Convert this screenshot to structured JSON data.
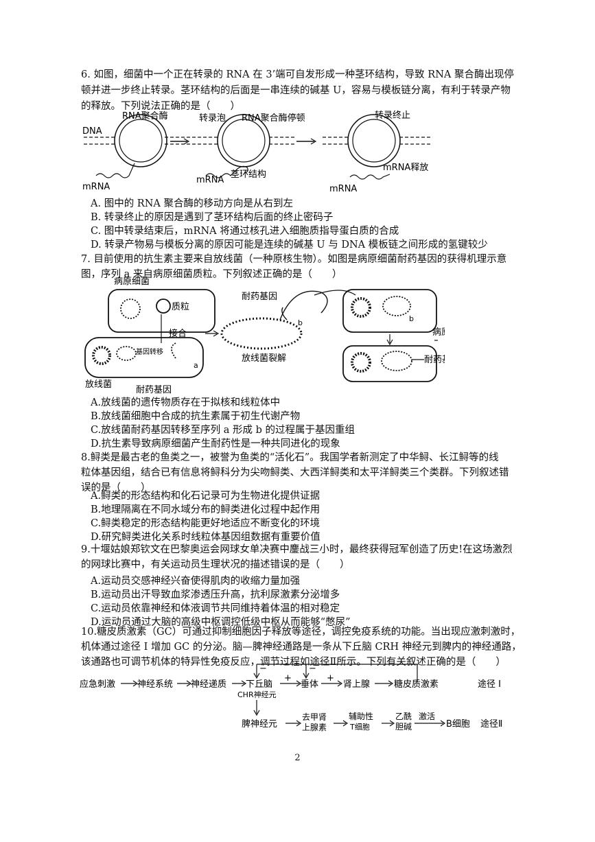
{
  "q6": {
    "stem": [
      "6. 如图，细菌中一个正在转录的 RNA 在 3’端可自发形成一种茎环结构，导致 RNA 聚合酶出现停",
      "顿并进一步终止转录。茎环结构的后面是一串连续的碱基 U，容易与模板链分离，有利于转录产物",
      "的释放。下列说法正确的是（　　）"
    ],
    "figure": {
      "rna_polymerase": "RNA聚合酶",
      "dna": "DNA",
      "mrna_1": "mRNA",
      "transcription_bubble": "转录泡",
      "polymerase_pause": "RNA聚合酶停顿",
      "stem_loop": "茎环结构",
      "mrna_2": "mRNA",
      "termination": "转录终止",
      "mrna_release": "mRNA释放",
      "mrna_3": "mRNA"
    },
    "options": [
      "A.  图中的 RNA 聚合酶的移动方向是从右到左",
      "B.  转录终止的原因是遇到了茎环结构后面的终止密码子",
      "C.  图中转录结束后，mRNA 将通过核孔进入细胞质指导蛋白质的合成",
      "D.  转录产物易与模板分离的原因可能是连续的碱基 U 与 DNA 模板链之间形成的氢键较少"
    ]
  },
  "q7": {
    "stem": [
      "7.  目前使用的抗生素主要来自放线菌（一种原核生物）。如图是病原细菌耐药基因的获得机理示意",
      "图，序列 a 来自病原细菌质粒。下列叙述正确的是（　　）"
    ],
    "figure": {
      "pathogen": "病原细菌",
      "plasmid": "质粒",
      "conjugation": "接合",
      "gene_transfer": "基因转移",
      "label_a": "a",
      "actinomycete": "放线菌",
      "resistance_gene_1": "耐药基因",
      "resistance_gene_2": "耐药基因",
      "label_b1": "b",
      "lysis": "放线菌裂解",
      "label_b2": "b",
      "pathogen_2": "病原细菌",
      "resistance_gene_3": "耐药基因"
    },
    "options": [
      "A.放线菌的遗传物质存在于拟核和线粒体中",
      "B.放线菌细胞中合成的抗生素属于初生代谢产物",
      "C.放线菌耐药基因转移至序列 a 形成 b 的过程属于基因重组",
      "D.抗生素导致病原细菌产生耐药性是一种共同进化的现象"
    ]
  },
  "q8": {
    "stem": [
      "8.鲟类是最古老的鱼类之一，被誉为鱼类的“活化石”。我国学者新测定了中华鲟、长江鲟等的线",
      "粒体基因组，结合已有信息将鲟科分为尖吻鲟类、大西洋鲟类和太平洋鲟类三个类群。下列叙述错",
      "误的是（　　）"
    ],
    "options": [
      "A.鲟类的形态结构和化石记录可为生物进化提供证据",
      "B.地理隔离在不同水域分布的鲟类进化过程中起作用",
      "C.鲟类稳定的形态结构能更好地适应不断变化的环境",
      "D.研究鲟类进化关系时线粒体基因组数据有重要价值"
    ]
  },
  "q9": {
    "stem": [
      "9.十堰姑娘郑钦文在巴黎奥运会网球女单决赛中鏖战三小时，最终获得冠军创造了历史!在这场激烈",
      "的网球比赛中，有关运动员生理状况的描述错误的是（　　）"
    ],
    "options": [
      "A.运动员交感神经兴奋使得肌肉的收缩力量加强",
      "B.运动员出汗导致血浆渗透压升高，抗利尿激素分泌增多",
      "C.运动员依靠神经和体液调节共同维持着体温的相对稳定",
      "D.运动员通过大脑的高级中枢调控低级中枢从而能够“憋尿”"
    ]
  },
  "q10": {
    "stem": [
      "10.糖皮质激素（GC）可通过抑制细胞因子释放等途径，调控免疫系统的功能。当出现应激刺激时，",
      "机体通过途径 I 增加 GC 的分泌。脑—脾神经通路是一条从下丘脑 CRH 神经元到脾内的神经通路，",
      "该通路也可调节机体的特异性免疫反应，调节过程如途径Ⅱ所示。下列有关叙述正确的是（　　）"
    ],
    "figure": {
      "stress": "应急刺激",
      "nervous_system": "神经系统",
      "neurotransmitter": "神经递质",
      "hypothalamus": "下丘脑",
      "pituitary": "垂体",
      "adrenal": "肾上腺",
      "gc": "糖皮质激素",
      "path1": "途径 I",
      "minus": "−",
      "plus": "+",
      "crh": "CHR神经元",
      "splenic_nerve": "脾神经元",
      "norepi_1": "去甲肾",
      "norepi_2": "上腺素",
      "th_1": "辅助性",
      "th_2": "T细胞",
      "ach_1": "乙酰",
      "ach_2": "胆碱",
      "activate": "激活",
      "bcell": "B细胞",
      "path2": "途径Ⅱ"
    }
  },
  "page_number": "2"
}
